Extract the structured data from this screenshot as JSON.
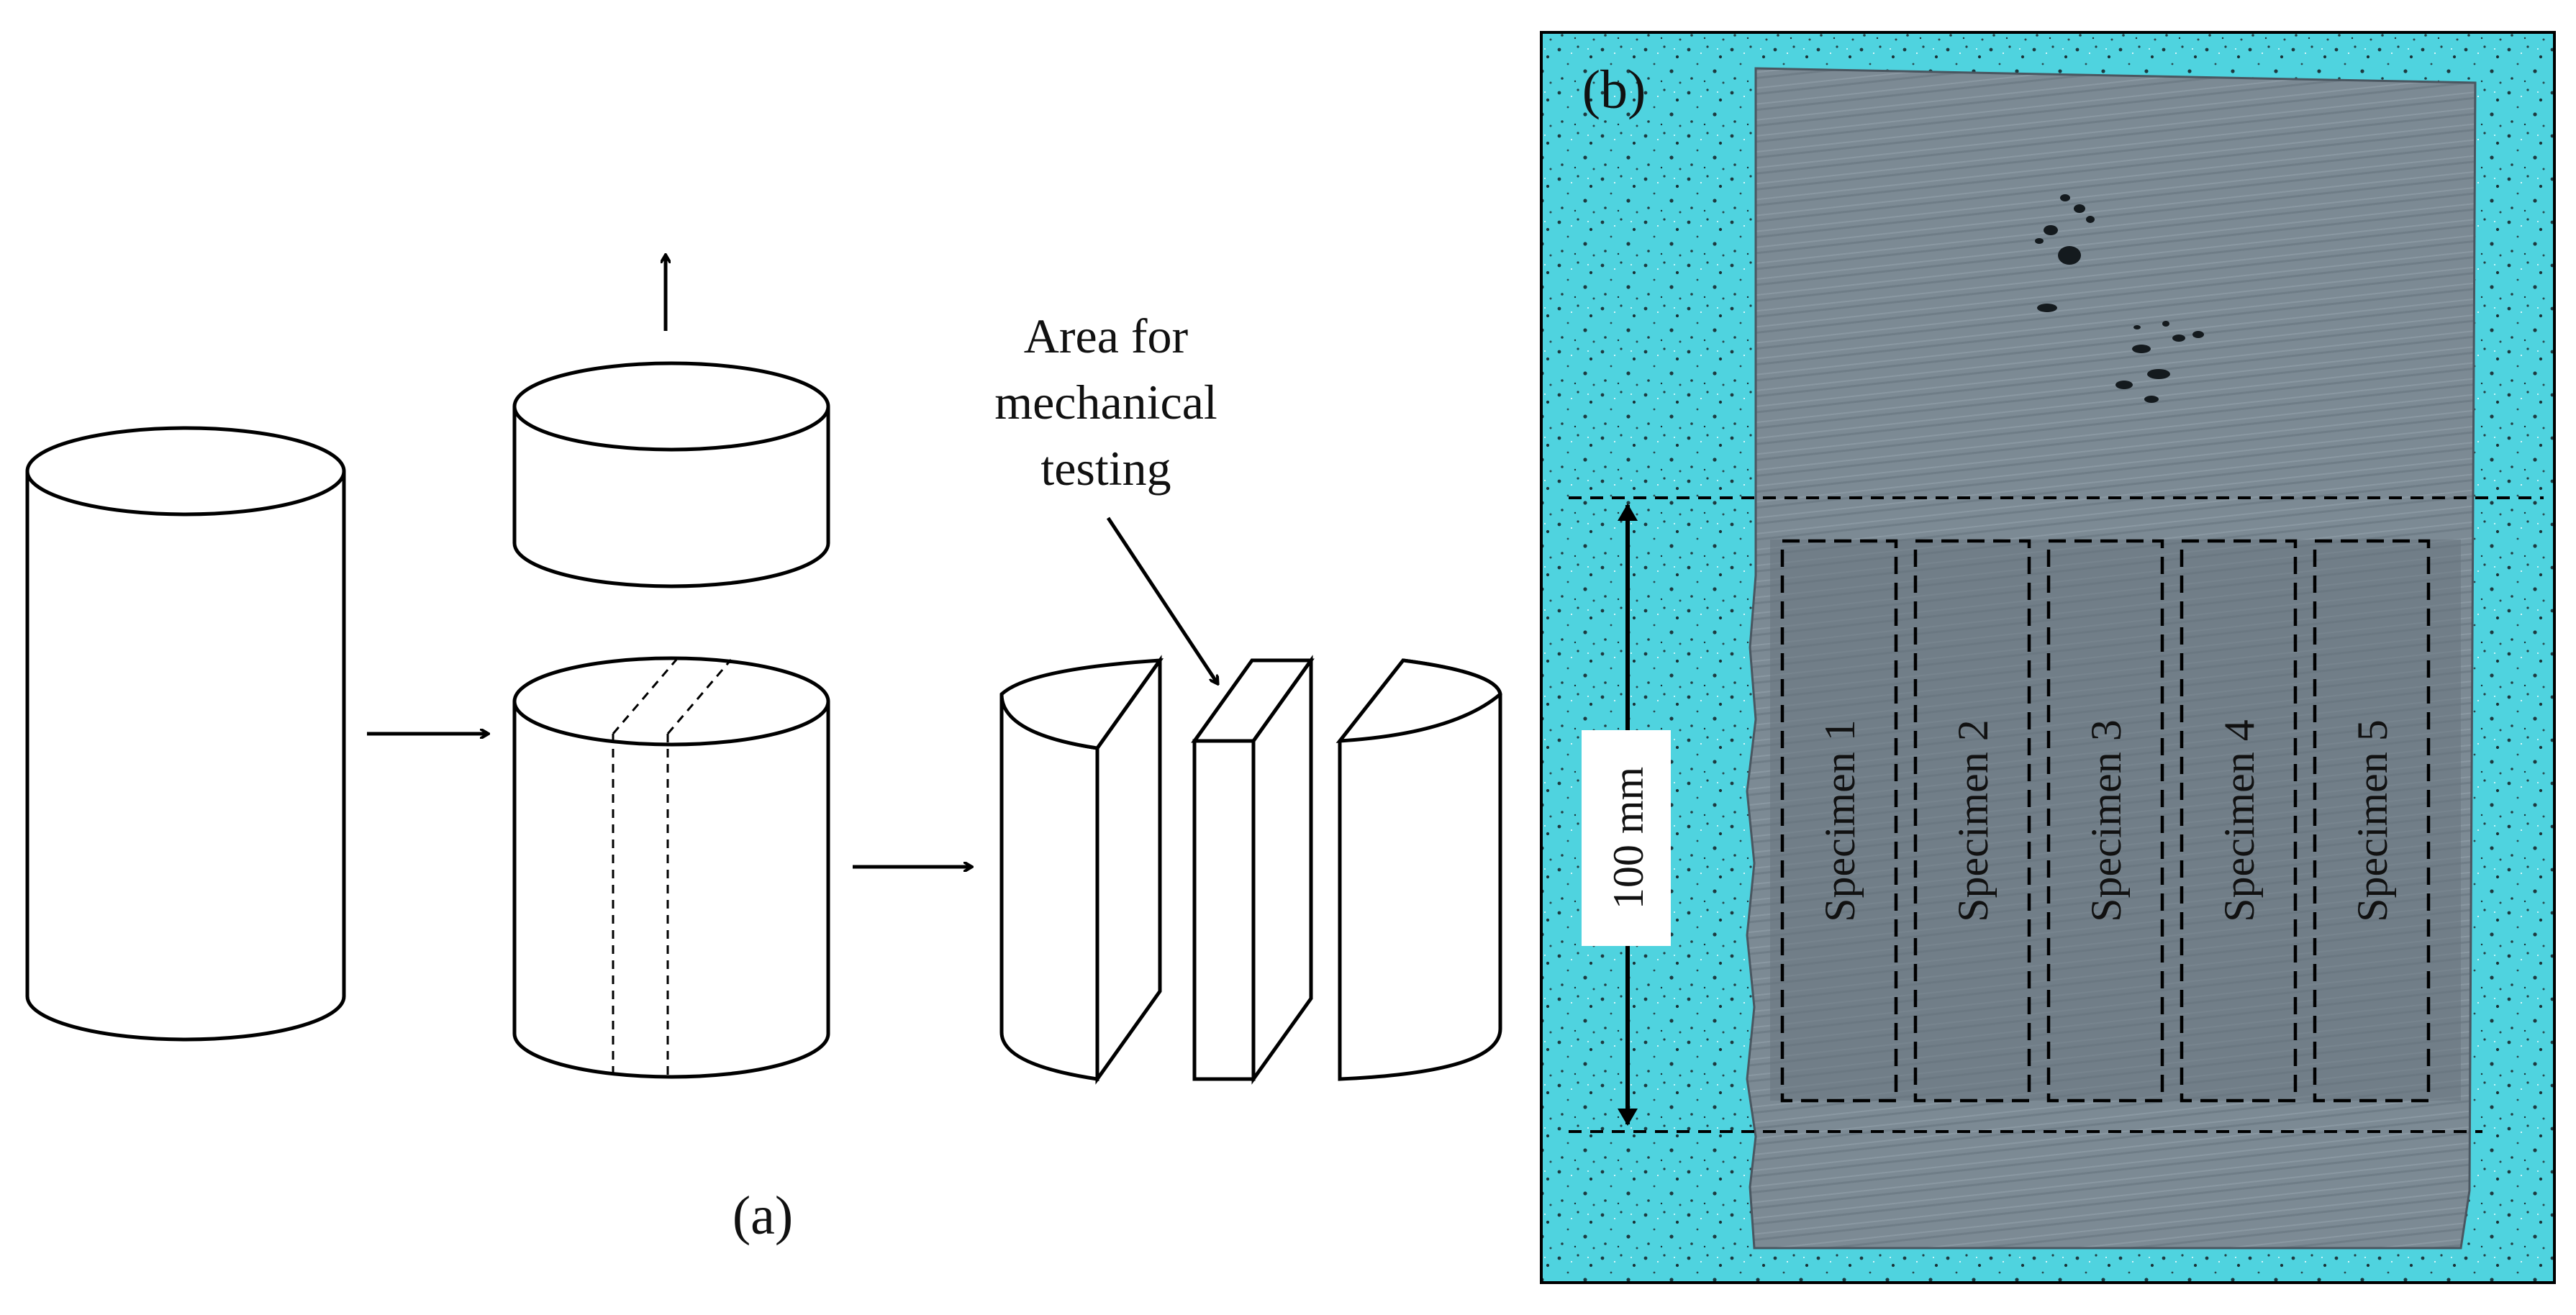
{
  "panel_a": {
    "label": "(a)",
    "annotation": [
      "Area for",
      "mechanical",
      "testing"
    ]
  },
  "panel_b": {
    "label": "(b)",
    "dimension": "100 mm",
    "specimens": [
      "Specimen 1",
      "Specimen 2",
      "Specimen 3",
      "Specimen 4",
      "Specimen 5"
    ]
  },
  "colors": {
    "line": "#000000",
    "background_mat": "#4fd3df",
    "block_face": "#7c8a94",
    "block_dark": "#626f78",
    "dimension_box": "#ffffff"
  }
}
